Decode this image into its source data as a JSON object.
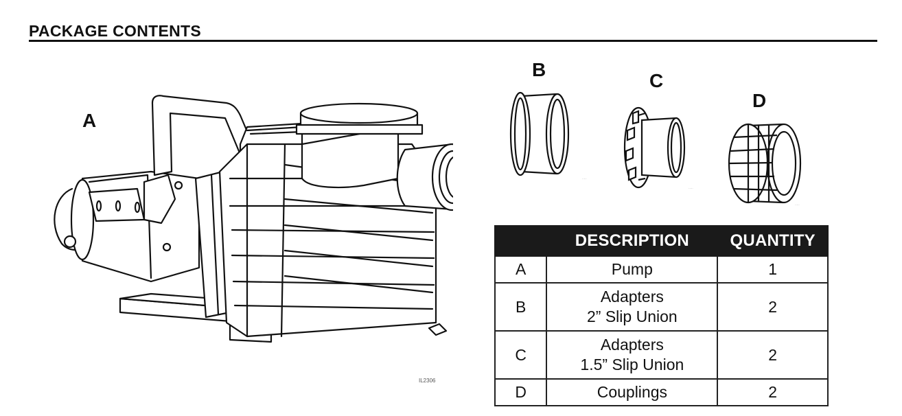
{
  "heading": "PACKAGE CONTENTS",
  "labels": {
    "a": "A",
    "b": "B",
    "c": "C",
    "d": "D"
  },
  "illustration_code": "IL2306",
  "table": {
    "headers": [
      "",
      "DESCRIPTION",
      "QUANTITY"
    ],
    "rows": [
      {
        "key": "A",
        "description": [
          "Pump"
        ],
        "quantity": "1"
      },
      {
        "key": "B",
        "description": [
          "Adapters",
          "2” Slip Union"
        ],
        "quantity": "2"
      },
      {
        "key": "C",
        "description": [
          "Adapters",
          "1.5” Slip Union"
        ],
        "quantity": "2"
      },
      {
        "key": "D",
        "description": [
          "Couplings"
        ],
        "quantity": "2"
      }
    ]
  },
  "colors": {
    "ink": "#111111",
    "header_bg": "#1a1a1a",
    "header_text": "#ffffff"
  }
}
